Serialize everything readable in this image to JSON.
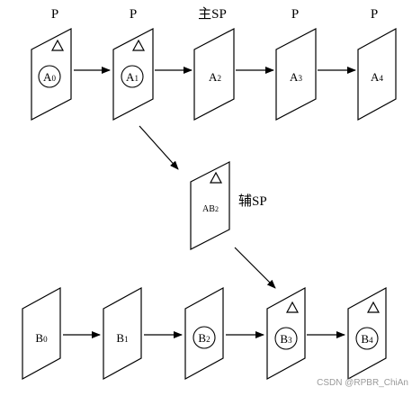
{
  "watermark": "CSDN @RPBR_ChiAn",
  "top_row": {
    "headers": [
      "P",
      "P",
      "主SP",
      "P",
      "P"
    ],
    "frames": [
      {
        "name": "A",
        "sub": "0",
        "circled": true,
        "triangle": true
      },
      {
        "name": "A",
        "sub": "1",
        "circled": true,
        "triangle": true
      },
      {
        "name": "A",
        "sub": "2",
        "circled": false,
        "triangle": false
      },
      {
        "name": "A",
        "sub": "3",
        "circled": false,
        "triangle": false
      },
      {
        "name": "A",
        "sub": "4",
        "circled": false,
        "triangle": false
      }
    ]
  },
  "middle": {
    "frame": {
      "name": "AB",
      "sub": "2",
      "circled": false,
      "triangle": true
    },
    "label": "辅SP"
  },
  "bottom_row": {
    "frames": [
      {
        "name": "B",
        "sub": "0",
        "circled": false,
        "triangle": false
      },
      {
        "name": "B",
        "sub": "1",
        "circled": false,
        "triangle": false
      },
      {
        "name": "B",
        "sub": "2",
        "circled": true,
        "triangle": false
      },
      {
        "name": "B",
        "sub": "3",
        "circled": true,
        "triangle": true
      },
      {
        "name": "B",
        "sub": "4",
        "circled": true,
        "triangle": true
      }
    ]
  }
}
